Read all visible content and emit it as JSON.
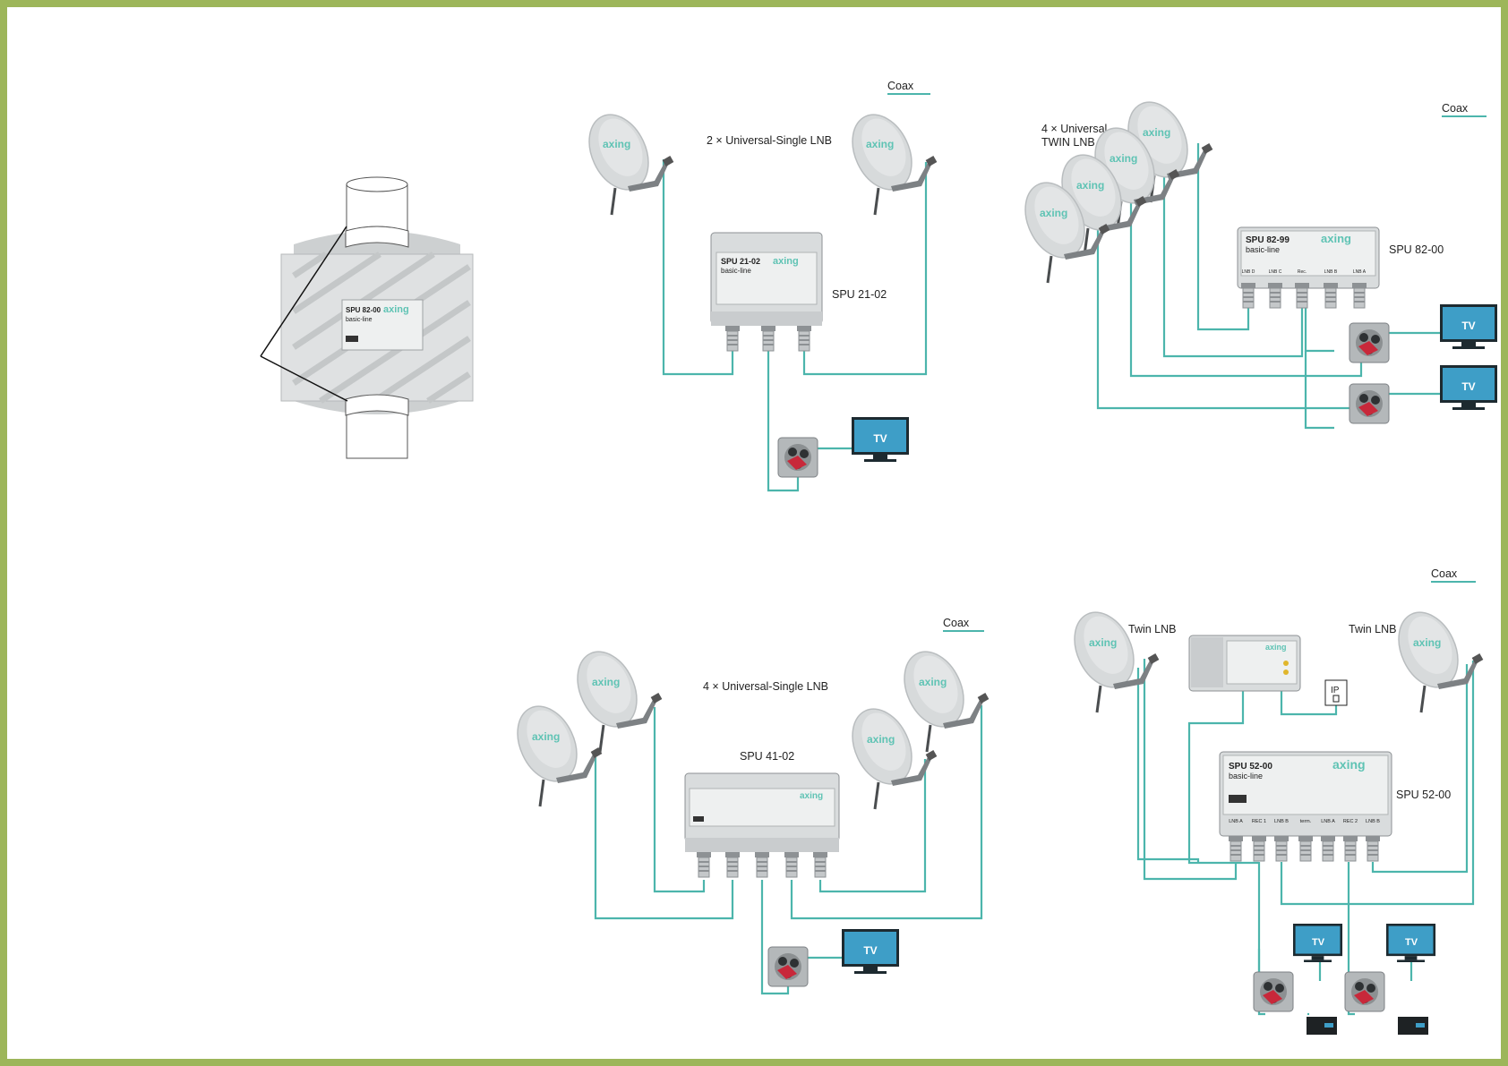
{
  "colors": {
    "frame": "#9db65a",
    "cable": "#4cb5ac",
    "brand": "#5fc3b4"
  },
  "legend": {
    "coax_label": "Coax"
  },
  "brand_text": "axing",
  "product_photo": {
    "model": "SPU 82-00",
    "line": "basic-line"
  },
  "diagram1": {
    "title": "2 × Universal-Single LNB",
    "device_label": "SPU 21-02",
    "device_model": "SPU 21-02",
    "device_line": "basic-line",
    "tv_label": "TV"
  },
  "diagram2": {
    "title_line1": "4 × Universal",
    "title_line2": "TWIN LNB",
    "device_label": "SPU 82-00",
    "device_model": "SPU 82-99",
    "device_line": "basic-line",
    "port_labels": [
      "LNB D",
      "LNB C",
      "Rec.",
      "LNB B",
      "LNB A"
    ],
    "tv_label": "TV"
  },
  "diagram3": {
    "title": "4 × Universal-Single LNB",
    "device_label": "SPU 41-02",
    "tv_label": "TV"
  },
  "diagram4": {
    "lnb_left_label": "Twin LNB",
    "lnb_right_label": "Twin LNB",
    "device_label": "SPU 52-00",
    "device_model": "SPU 52-00",
    "device_line": "basic-line",
    "port_labels": [
      "LNB A",
      "REC 1",
      "LNB B",
      "term.",
      "LNB A",
      "REC 2",
      "LNB B"
    ],
    "ip_label": "IP",
    "tv_label": "TV"
  }
}
